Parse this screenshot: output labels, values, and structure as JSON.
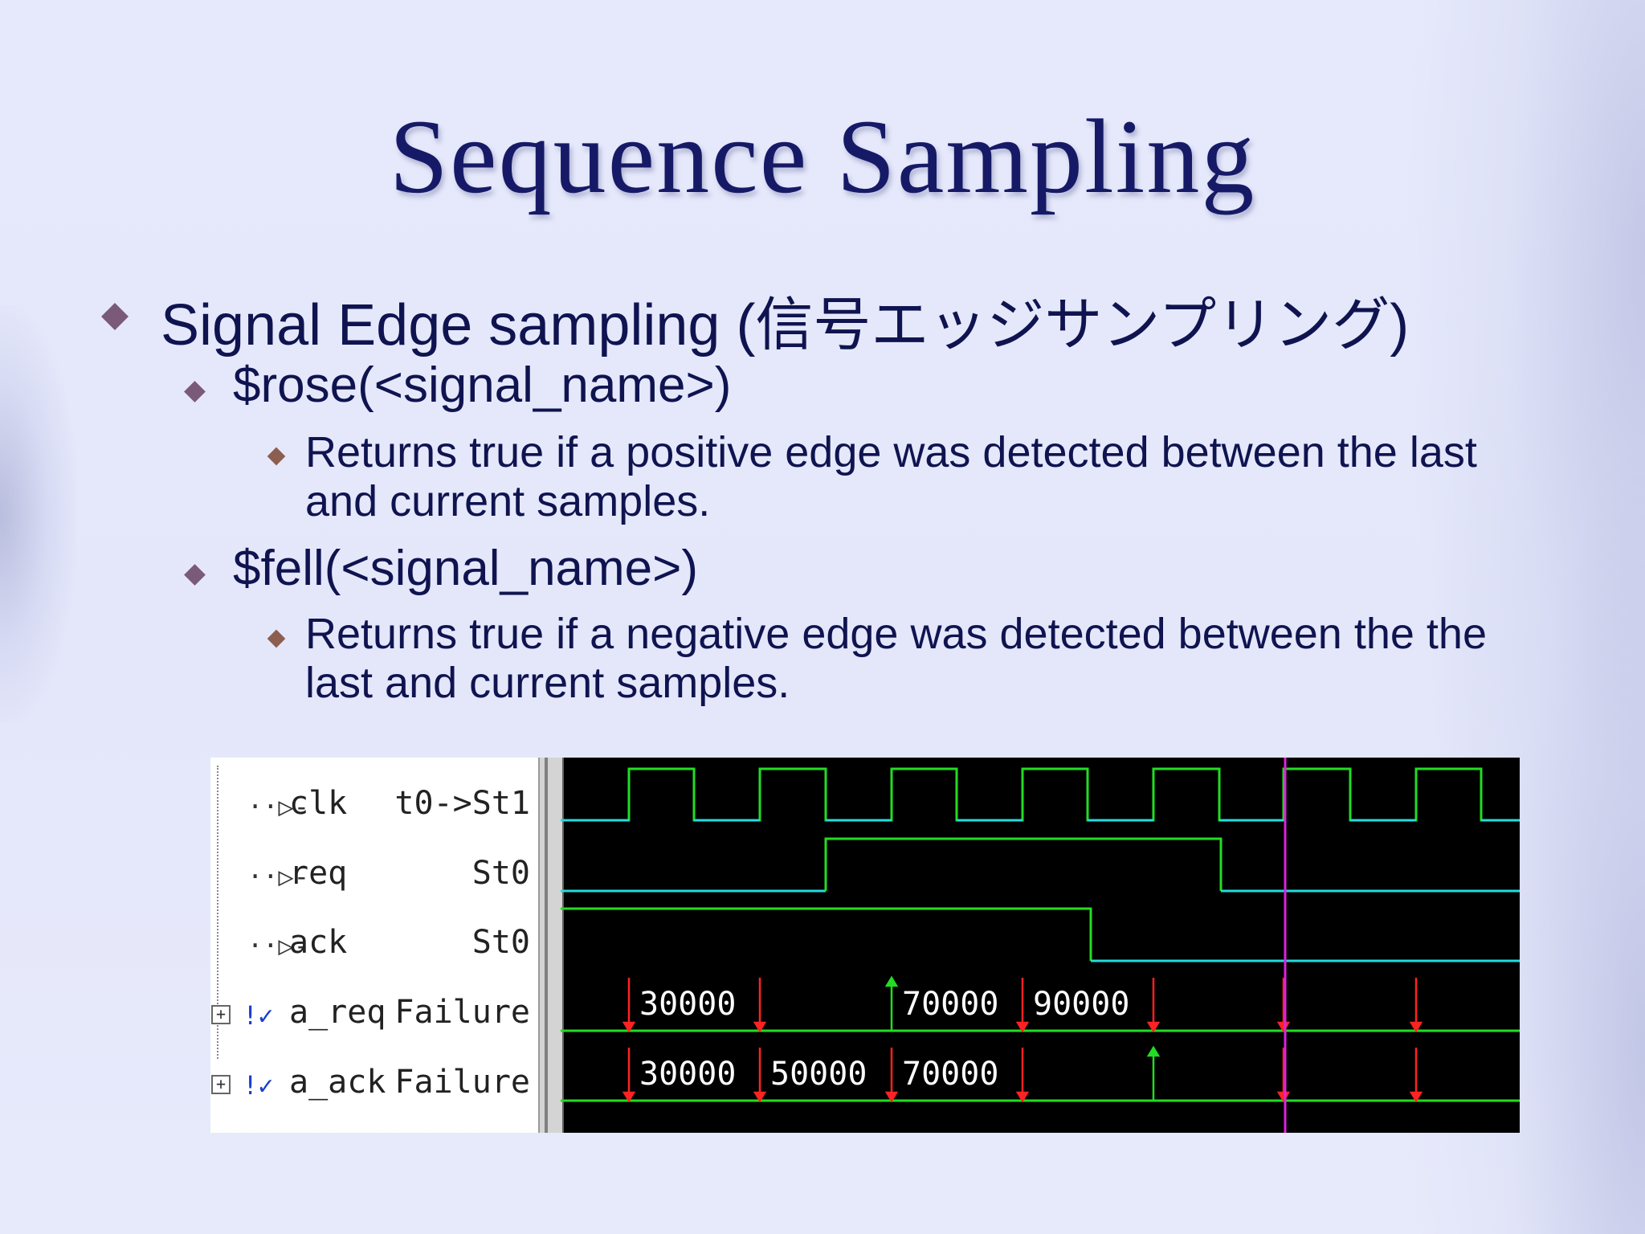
{
  "slide": {
    "title": "Sequence Sampling",
    "bullet1": "Signal Edge sampling (信号エッジサンプリング)",
    "rose_func": "$rose(<signal_name>)",
    "rose_desc": "Returns true if a positive edge was detected between the last and current samples.",
    "fell_func": "$fell(<signal_name>)",
    "fell_desc": "Returns true if a negative edge was detected between the the last and current samples."
  },
  "waveform": {
    "signals": [
      {
        "name": "clk",
        "value": "t0->St1"
      },
      {
        "name": "req",
        "value": "St0"
      },
      {
        "name": "ack",
        "value": "St0"
      },
      {
        "name": "a_req",
        "value": "Failure"
      },
      {
        "name": "a_ack",
        "value": "Failure"
      }
    ],
    "a_req_labels": [
      "30000",
      "70000",
      "90000"
    ],
    "a_ack_labels": [
      "30000",
      "50000",
      "70000"
    ],
    "colors": {
      "high": "#22dd22",
      "low": "#22dddd",
      "fail_arrow": "#ff2222",
      "pass_arrow": "#22dd22",
      "cursor": "#dd22dd",
      "background": "#000000"
    },
    "icons": [
      "signal-port-icon",
      "assertion-icon",
      "expand-icon"
    ]
  }
}
